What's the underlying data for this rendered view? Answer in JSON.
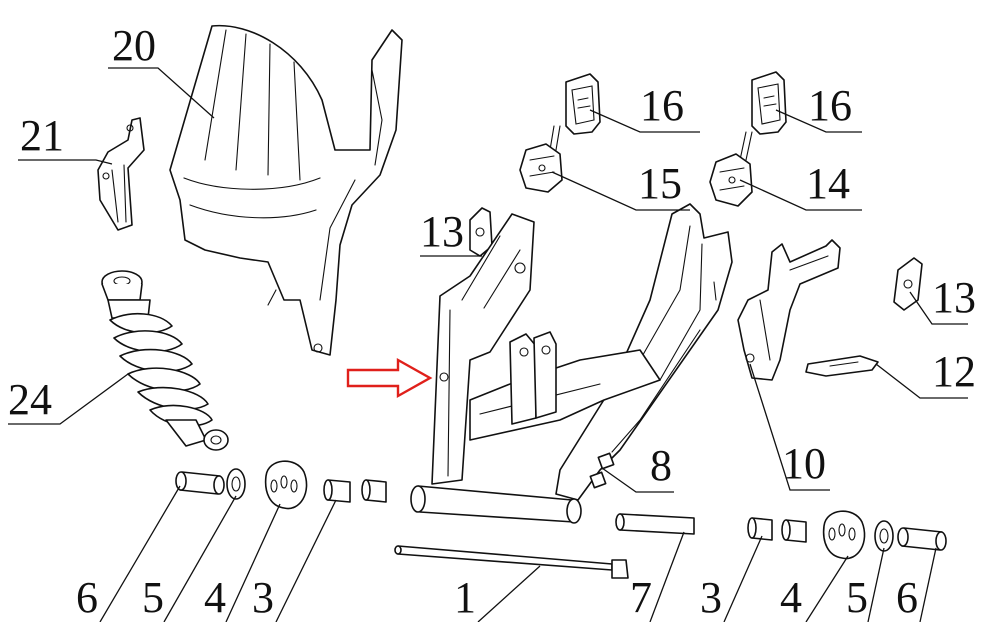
{
  "diagram": {
    "labels": {
      "l20": "20",
      "l21": "21",
      "l16a": "16",
      "l16b": "16",
      "l15": "15",
      "l14": "14",
      "l13a": "13",
      "l13b": "13",
      "l12": "12",
      "l10": "10",
      "l24": "24",
      "l8": "8",
      "l1": "1",
      "l7": "7",
      "l6a": "6",
      "l5a": "5",
      "l4a": "4",
      "l3a": "3",
      "l3b": "3",
      "l4b": "4",
      "l5b": "5",
      "l6b": "6"
    },
    "colors": {
      "line": "#111111",
      "arrow": "#e0201b",
      "background": "#ffffff"
    }
  }
}
